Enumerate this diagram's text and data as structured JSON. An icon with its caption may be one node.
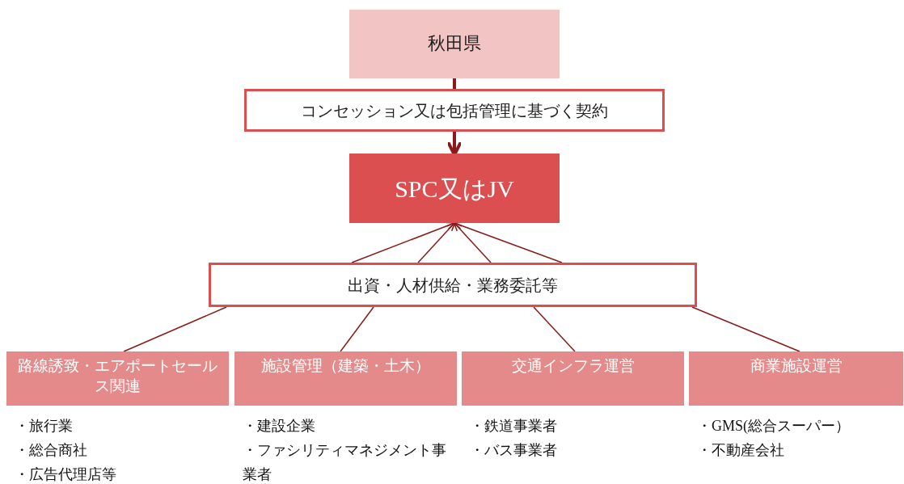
{
  "diagram": {
    "nodes": [
      {
        "text": [
          "秋田県"
        ]
      },
      {
        "text": [
          "コンセッション又は包括管理に基づく契約"
        ]
      },
      {
        "text": [
          "SPC又はJV"
        ]
      },
      {
        "text": [
          "出資・人材供給・業務委託等"
        ]
      },
      {
        "text": [
          "路線誘致・エアポートセールス関連"
        ],
        "beside": [
          "・旅行業",
          "・総合商社",
          "・広告代理店等"
        ]
      },
      {
        "text": [
          "施設管理（建築・土木）"
        ],
        "beside": [
          "・建設企業",
          "・ファシリティマネジメント事業者"
        ]
      },
      {
        "text": [
          "交通インフラ運営"
        ],
        "beside": [
          "・鉄道事業者",
          "・バス事業者"
        ]
      },
      {
        "text": [
          "商業施設運営"
        ],
        "beside": [
          "・GMS(総合スーパー）",
          "・不動産会社"
        ]
      }
    ],
    "edges": [
      {
        "from": 0,
        "to": 1,
        "arrow": "none",
        "style": "thick"
      },
      {
        "from": 1,
        "to": 2,
        "arrow": "to",
        "style": "thick"
      },
      {
        "from": 4,
        "to": 3,
        "arrow": "none"
      },
      {
        "from": 5,
        "to": 3,
        "arrow": "none"
      },
      {
        "from": 6,
        "to": 3,
        "arrow": "none"
      },
      {
        "from": 7,
        "to": 3,
        "arrow": "none"
      },
      {
        "from": 3,
        "to": 2,
        "arrow": "to"
      },
      {
        "from": 3,
        "to": 2,
        "arrow": "to"
      },
      {
        "from": 3,
        "to": 2,
        "arrow": "to"
      },
      {
        "from": 3,
        "to": 2,
        "arrow": "to"
      }
    ]
  }
}
